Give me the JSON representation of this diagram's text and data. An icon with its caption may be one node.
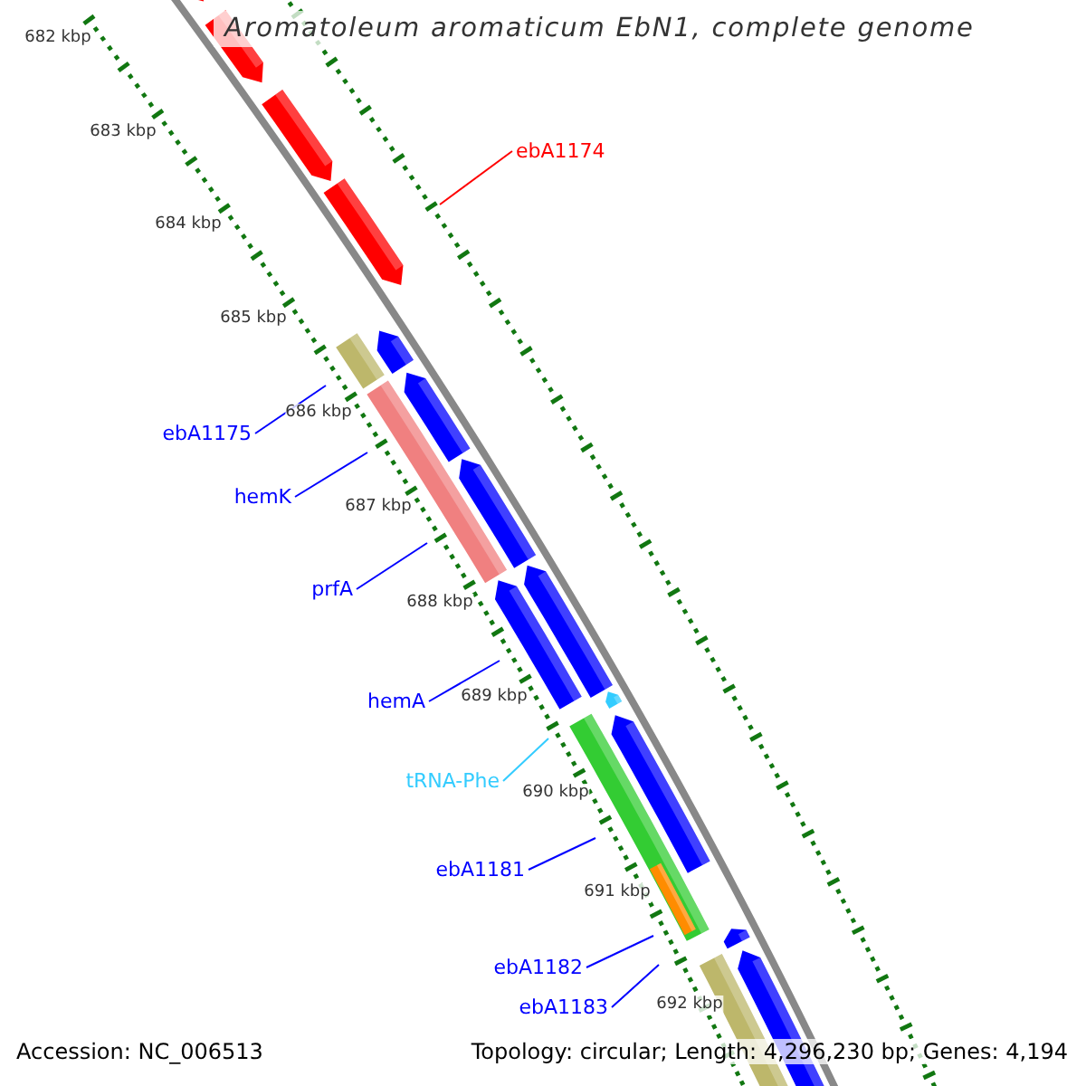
{
  "diagram": {
    "title": "Aromatoleum aromaticum EbN1, complete genome",
    "nodes": [
      {
        "text": [
          "ebA1174"
        ]
      },
      {
        "text": [
          "ebA1175"
        ]
      },
      {
        "text": [
          "hemK"
        ]
      },
      {
        "text": [
          "prfA"
        ]
      },
      {
        "text": [
          "hemA"
        ]
      },
      {
        "text": [
          "tRNA-Phe"
        ]
      },
      {
        "text": [
          "ebA1181"
        ]
      },
      {
        "text": [
          "ebA1182"
        ]
      },
      {
        "text": [
          "ebA1183"
        ]
      }
    ],
    "edges": [
      {
        "from": 0,
        "to": null,
        "arrow": "none",
        "color": "#ff0000"
      },
      {
        "from": 1,
        "to": null,
        "arrow": "none"
      },
      {
        "from": 2,
        "to": null,
        "arrow": "none"
      },
      {
        "from": 3,
        "to": null,
        "arrow": "none"
      },
      {
        "from": 4,
        "to": null,
        "arrow": "none"
      },
      {
        "from": 5,
        "to": null,
        "arrow": "none",
        "color": "#33ccff"
      },
      {
        "from": 6,
        "to": null,
        "arrow": "none"
      },
      {
        "from": 7,
        "to": null,
        "arrow": "none"
      },
      {
        "from": 8,
        "to": null,
        "arrow": "none"
      }
    ],
    "labels": [
      "682 kbp",
      "683 kbp",
      "684 kbp",
      "685 kbp",
      "686 kbp",
      "687 kbp",
      "688 kbp",
      "689 kbp",
      "690 kbp",
      "691 kbp",
      "692 kbp",
      "Accession: NC_006513",
      "Topology: circular; Length: 4,296,230 bp; Genes: 4,194"
    ]
  }
}
